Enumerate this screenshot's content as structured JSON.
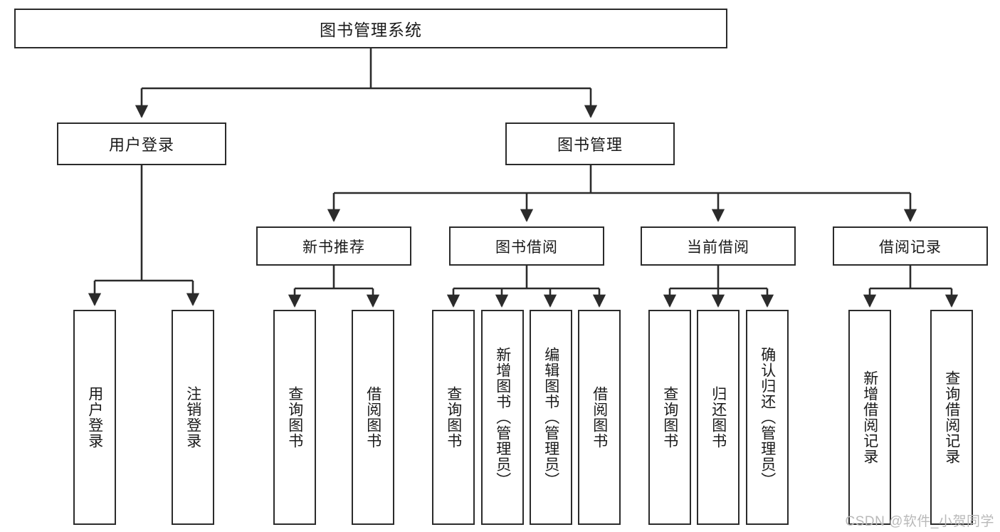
{
  "diagram": {
    "title": "图书管理系统",
    "watermark": "CSDN @软件_小贺同学",
    "colors": {
      "border": "#2b2b2b",
      "fill": "#ffffff",
      "text": "#1a1a1a",
      "line": "#2b2b2b",
      "watermark": "#b9b9b9"
    },
    "root": {
      "label": "图书管理系统"
    },
    "level2": [
      {
        "label": "用户登录"
      },
      {
        "label": "图书管理"
      }
    ],
    "level3": [
      {
        "label": "新书推荐"
      },
      {
        "label": "图书借阅"
      },
      {
        "label": "当前借阅"
      },
      {
        "label": "借阅记录"
      }
    ],
    "leaves": {
      "user_login": [
        {
          "label": "用户登录"
        },
        {
          "label": "注销登录"
        }
      ],
      "new_book_recommend": [
        {
          "label": "查询图书"
        },
        {
          "label": "借阅图书"
        }
      ],
      "book_borrow": [
        {
          "label": "查询图书"
        },
        {
          "label": "新增图书（管理员）"
        },
        {
          "label": "编辑图书（管理员）"
        },
        {
          "label": "借阅图书"
        }
      ],
      "current_borrow": [
        {
          "label": "查询图书"
        },
        {
          "label": "归还图书"
        },
        {
          "label": "确认归还（管理员）"
        }
      ],
      "borrow_record": [
        {
          "label": "新增借阅记录"
        },
        {
          "label": "查询借阅记录"
        }
      ]
    }
  }
}
